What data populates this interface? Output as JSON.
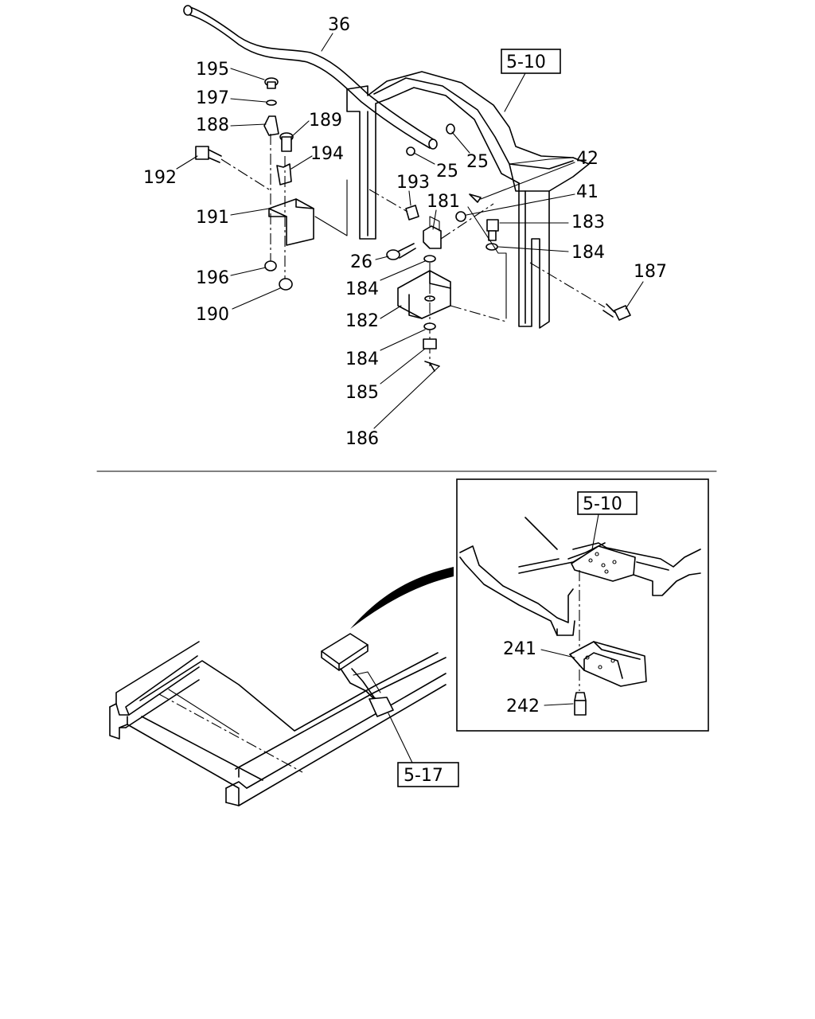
{
  "top_callouts": [
    "36",
    "195",
    "197",
    "188",
    "189",
    "194",
    "192",
    "191",
    "196",
    "190",
    "193",
    "181",
    "25",
    "25",
    "42",
    "41",
    "183",
    "184",
    "26",
    "184",
    "182",
    "184",
    "185",
    "186",
    "187"
  ],
  "bottom_callouts": [
    "241",
    "242"
  ],
  "references": {
    "top_frame": "5-10",
    "inset_frame": "5-10",
    "linkage": "5-17"
  }
}
